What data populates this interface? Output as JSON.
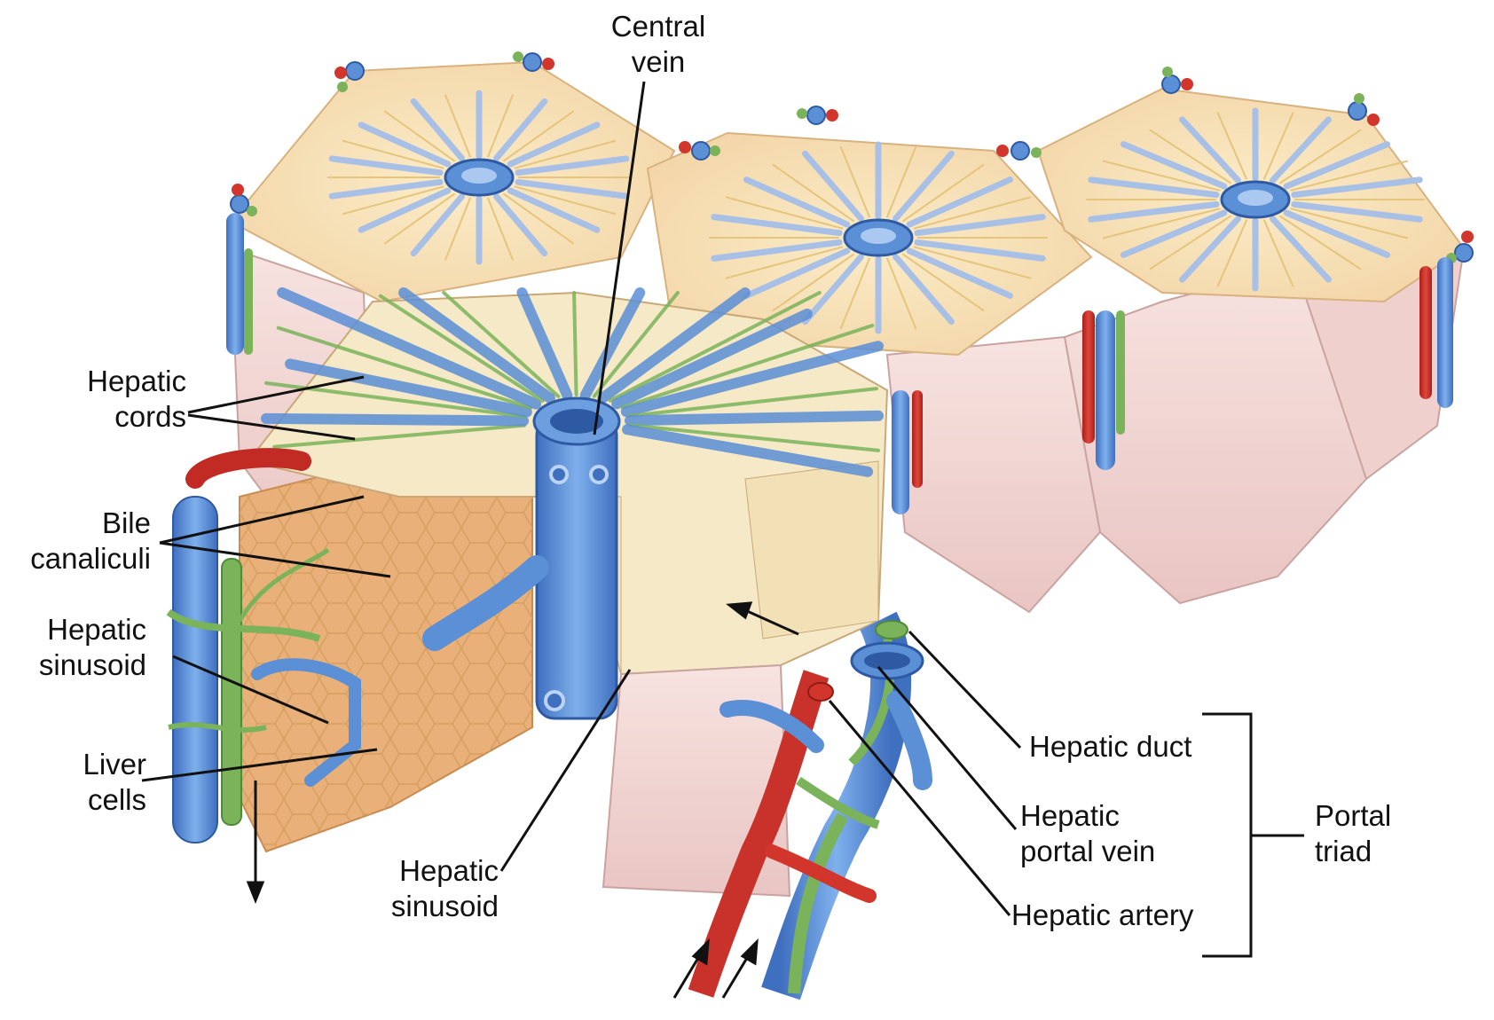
{
  "labels": {
    "central_vein": [
      "Central",
      "vein"
    ],
    "hepatic_cords": [
      "Hepatic",
      "cords"
    ],
    "bile_canaliculi": [
      "Bile",
      "canaliculi"
    ],
    "hepatic_sinusoid_left": [
      "Hepatic",
      "sinusoid"
    ],
    "liver_cells": [
      "Liver",
      "cells"
    ],
    "hepatic_sinusoid_bottom": [
      "Hepatic",
      "sinusoid"
    ],
    "hepatic_duct": "Hepatic duct",
    "hepatic_portal_vein": [
      "Hepatic",
      "portal vein"
    ],
    "hepatic_artery": "Hepatic artery",
    "portal_triad": [
      "Portal",
      "triad"
    ]
  },
  "colors": {
    "vein": "#5b8fd6",
    "artery": "#d2352b",
    "bile_duct": "#7ab35a",
    "lobule_top": "#f6ddb0",
    "lobule_side": "#f1d4d2",
    "cord": "#f3e6c0",
    "leader": "#111111"
  }
}
